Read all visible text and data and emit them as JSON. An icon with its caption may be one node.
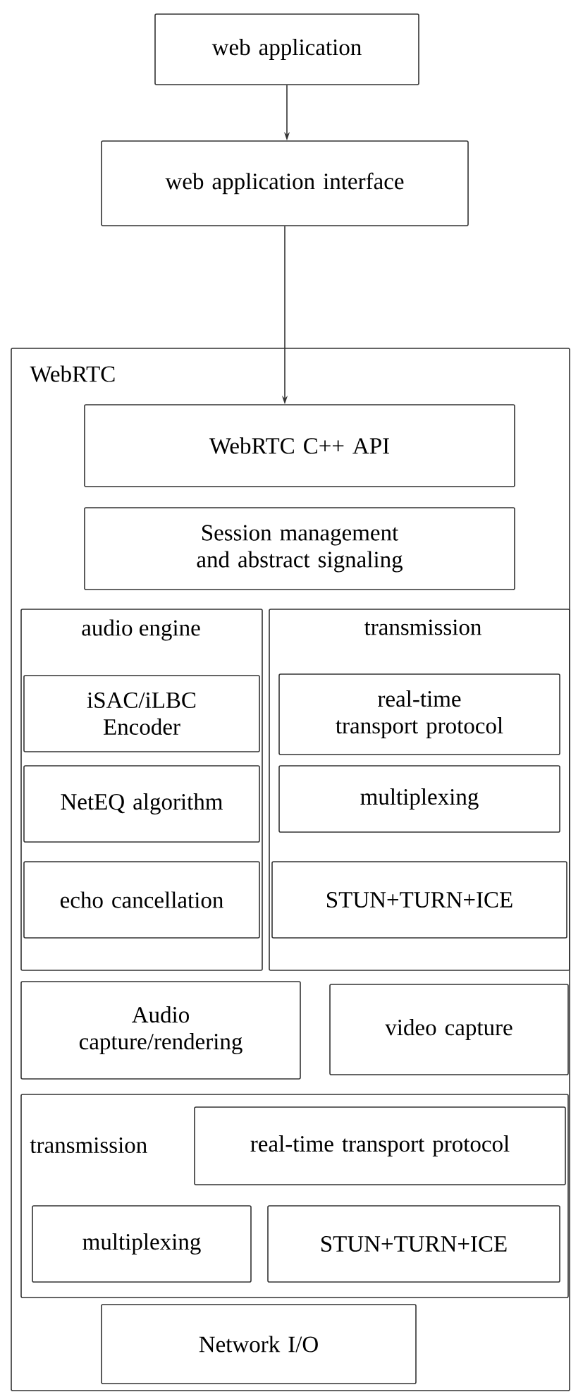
{
  "diagram": {
    "nodes": [
      {
        "text": [
          "web application"
        ]
      },
      {
        "text": [
          "web application interface"
        ]
      },
      {
        "text": [
          "WebRTC"
        ]
      },
      {
        "text": [
          "WebRTC C++ API"
        ],
        "in": 2
      },
      {
        "text": [
          "Session management and abstract signaling"
        ],
        "in": 2
      },
      {
        "text": [
          "audio engine"
        ],
        "in": 2
      },
      {
        "text": [
          "iSAC/iLBC Encoder"
        ],
        "in": 5
      },
      {
        "text": [
          "NetEQ algorithm"
        ],
        "in": 5
      },
      {
        "text": [
          "echo cancellation"
        ],
        "in": 5
      },
      {
        "text": [
          "transmission"
        ],
        "in": 2
      },
      {
        "text": [
          "real-time transport protocol"
        ],
        "in": 9
      },
      {
        "text": [
          "multiplexing"
        ],
        "in": 9
      },
      {
        "text": [
          "STUN+TURN+ICE"
        ],
        "in": 9
      },
      {
        "text": [
          "Audio capture/rendering"
        ],
        "in": 2
      },
      {
        "text": [
          "video capture"
        ],
        "in": 2
      },
      {
        "text": [
          "transmission"
        ],
        "in": 2
      },
      {
        "text": [
          "real-time transport protocol"
        ],
        "in": 15
      },
      {
        "text": [
          "multiplexing"
        ],
        "in": 15
      },
      {
        "text": [
          "STUN+TURN+ICE"
        ],
        "in": 15
      },
      {
        "text": [
          "Network I/O"
        ],
        "in": 2
      }
    ],
    "edges": [
      {
        "from": 0,
        "to": 1,
        "arrow": "to"
      },
      {
        "from": 1,
        "to": 3,
        "arrow": "to"
      }
    ]
  }
}
